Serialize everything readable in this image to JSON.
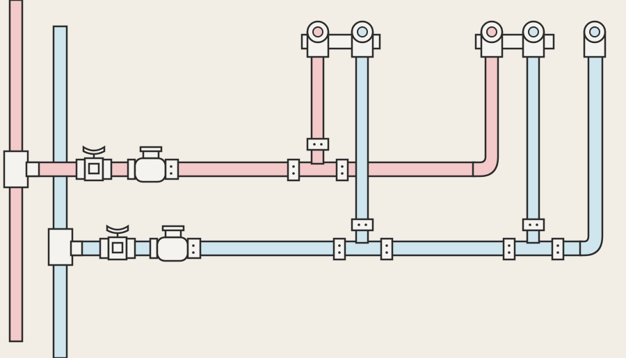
{
  "diagram": {
    "background": "#f2eee6",
    "outline": "#2b2b2b",
    "hot_water_color": "#f3c9c9",
    "cold_water_color": "#cfe6ee",
    "fitting_color": "#f5f3ef",
    "hot_line": {
      "inline_fittings": [
        "ball-valve",
        "check-valve",
        "coupling",
        "tee-branch",
        "coupling",
        "elbow"
      ],
      "outlets": 2
    },
    "cold_line": {
      "inline_fittings": [
        "ball-valve",
        "check-valve",
        "coupling",
        "tee-branch",
        "coupling",
        "coupling",
        "tee-branch",
        "coupling",
        "elbow"
      ],
      "outlets": 3
    }
  }
}
